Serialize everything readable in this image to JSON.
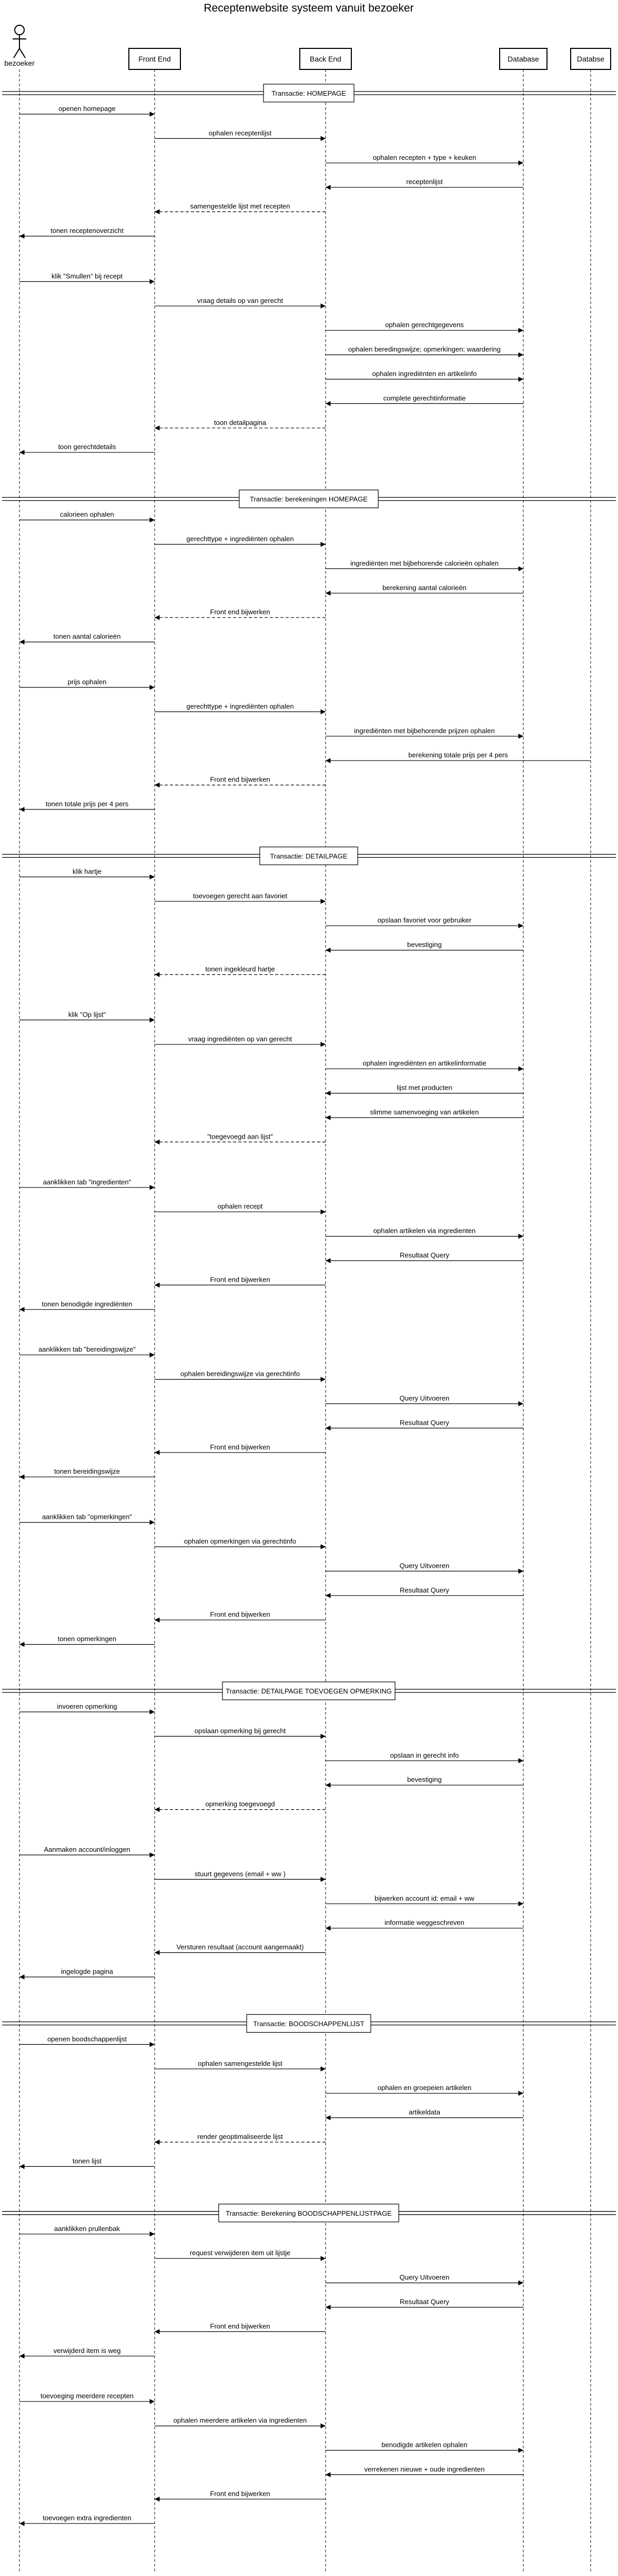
{
  "title": "Receptenwebsite systeem vanuit bezoeker",
  "participants": [
    {
      "id": "bezoeker",
      "label": "bezoeker",
      "kind": "actor",
      "icon": "actor-stick-figure-icon"
    },
    {
      "id": "frontend",
      "label": "Front End",
      "kind": "box"
    },
    {
      "id": "backend",
      "label": "Back End",
      "kind": "box"
    },
    {
      "id": "database1",
      "label": "Database",
      "kind": "box"
    },
    {
      "id": "database2",
      "label": "Databse",
      "kind": "box"
    }
  ],
  "sections": [
    {
      "title": "Transactie: HOMEPAGE",
      "messages": [
        {
          "from": 0,
          "to": 1,
          "label": "openen homepage",
          "style": "solid"
        },
        {
          "from": 1,
          "to": 2,
          "label": "ophalen receptenlijst",
          "style": "solid"
        },
        {
          "from": 2,
          "to": 3,
          "label": "ophalen recepten + type + keuken",
          "style": "solid"
        },
        {
          "from": 3,
          "to": 2,
          "label": "receptenlijst",
          "style": "solid"
        },
        {
          "from": 2,
          "to": 1,
          "label": "samengestelde lijst met recepten",
          "style": "dashed"
        },
        {
          "from": 1,
          "to": 0,
          "label": "tonen receptenoverzicht",
          "style": "solid"
        },
        {
          "gap": true
        },
        {
          "from": 0,
          "to": 1,
          "label": "klik \"Smullen\" bij recept",
          "style": "solid"
        },
        {
          "from": 1,
          "to": 2,
          "label": "vraag details op van gerecht",
          "style": "solid"
        },
        {
          "from": 2,
          "to": 3,
          "label": "ophalen gerechtgegevens",
          "style": "solid"
        },
        {
          "from": 2,
          "to": 3,
          "label": "ophalen beredingswijze; opmerkingen; waardering",
          "style": "solid"
        },
        {
          "from": 2,
          "to": 3,
          "label": "ophalen ingrediënten en artikelinfo",
          "style": "solid"
        },
        {
          "from": 3,
          "to": 2,
          "label": "complete gerechtinformatie",
          "style": "solid"
        },
        {
          "from": 2,
          "to": 1,
          "label": "toon detailpagina",
          "style": "dashed"
        },
        {
          "from": 1,
          "to": 0,
          "label": "toon gerechtdetails",
          "style": "solid"
        }
      ]
    },
    {
      "title": "Transactie: berekeningen HOMEPAGE",
      "messages": [
        {
          "from": 0,
          "to": 1,
          "label": "calorieen ophalen",
          "style": "solid"
        },
        {
          "from": 1,
          "to": 2,
          "label": "gerechttype + ingrediënten ophalen",
          "style": "solid"
        },
        {
          "from": 2,
          "to": 3,
          "label": "ingrediënten met bijbehorende calorieën ophalen",
          "style": "solid"
        },
        {
          "from": 3,
          "to": 2,
          "label": "berekening aantal calorieën",
          "style": "solid"
        },
        {
          "from": 2,
          "to": 1,
          "label": "Front end bijwerken",
          "style": "dashed"
        },
        {
          "from": 1,
          "to": 0,
          "label": "tonen aantal calorieën",
          "style": "solid"
        },
        {
          "gap": true
        },
        {
          "from": 0,
          "to": 1,
          "label": "prijs ophalen",
          "style": "solid"
        },
        {
          "from": 1,
          "to": 2,
          "label": "gerechttype + ingrediënten ophalen",
          "style": "solid"
        },
        {
          "from": 2,
          "to": 3,
          "label": "ingrediënten met bijbehorende prijzen ophalen",
          "style": "solid"
        },
        {
          "from": 4,
          "to": 2,
          "label": "berekening totale prijs per 4 pers",
          "style": "solid"
        },
        {
          "from": 2,
          "to": 1,
          "label": "Front end bijwerken",
          "style": "dashed"
        },
        {
          "from": 1,
          "to": 0,
          "label": "tonen totale prijs per 4 pers",
          "style": "solid"
        }
      ]
    },
    {
      "title": "Transactie: DETAILPAGE",
      "messages": [
        {
          "from": 0,
          "to": 1,
          "label": "klik hartje",
          "style": "solid"
        },
        {
          "from": 1,
          "to": 2,
          "label": "toevoegen gerecht aan favoriet",
          "style": "solid"
        },
        {
          "from": 2,
          "to": 3,
          "label": "opslaan favoriet voor gebruiker",
          "style": "solid"
        },
        {
          "from": 3,
          "to": 2,
          "label": "bevestiging",
          "style": "solid"
        },
        {
          "from": 2,
          "to": 1,
          "label": "tonen ingekleurd hartje",
          "style": "dashed"
        },
        {
          "gap": true
        },
        {
          "from": 0,
          "to": 1,
          "label": "klik \"Op lijst\"",
          "style": "solid"
        },
        {
          "from": 1,
          "to": 2,
          "label": "vraag ingrediënten op van gerecht",
          "style": "solid"
        },
        {
          "from": 2,
          "to": 3,
          "label": "ophalen ingrediënten en artikelinformatie",
          "style": "solid"
        },
        {
          "from": 3,
          "to": 2,
          "label": "lijst met producten",
          "style": "solid"
        },
        {
          "from": 3,
          "to": 2,
          "label": "slimme samenvoeging van artikelen",
          "style": "solid"
        },
        {
          "from": 2,
          "to": 1,
          "label": "\"toegevoegd aan lijst\"",
          "style": "dashed"
        },
        {
          "gap": true
        },
        {
          "from": 0,
          "to": 1,
          "label": "aanklikken tab \"ingredienten\"",
          "style": "solid"
        },
        {
          "from": 1,
          "to": 2,
          "label": "ophalen recept",
          "style": "solid"
        },
        {
          "from": 2,
          "to": 3,
          "label": "ophalen artikelen via ingredienten",
          "style": "solid"
        },
        {
          "from": 3,
          "to": 2,
          "label": "Resultaat Query",
          "style": "solid"
        },
        {
          "from": 2,
          "to": 1,
          "label": "Front end bijwerken",
          "style": "solid"
        },
        {
          "from": 1,
          "to": 0,
          "label": "tonen benodigde ingrediënten",
          "style": "solid"
        },
        {
          "gap": true
        },
        {
          "from": 0,
          "to": 1,
          "label": "aanklikken tab \"bereidingswijze\"",
          "style": "solid"
        },
        {
          "from": 1,
          "to": 2,
          "label": "ophalen bereidingswijze via gerechtinfo",
          "style": "solid"
        },
        {
          "from": 2,
          "to": 3,
          "label": "Query Uitvoeren",
          "style": "solid"
        },
        {
          "from": 3,
          "to": 2,
          "label": "Resultaat Query",
          "style": "solid"
        },
        {
          "from": 2,
          "to": 1,
          "label": "Front end bijwerken",
          "style": "solid"
        },
        {
          "from": 1,
          "to": 0,
          "label": "tonen bereidingswijze",
          "style": "solid"
        },
        {
          "gap": true
        },
        {
          "from": 0,
          "to": 1,
          "label": "aanklikken tab \"opmerkingen\"",
          "style": "solid"
        },
        {
          "from": 1,
          "to": 2,
          "label": "ophalen opmerkingen via gerechtinfo",
          "style": "solid"
        },
        {
          "from": 2,
          "to": 3,
          "label": "Query Uitvoeren",
          "style": "solid"
        },
        {
          "from": 3,
          "to": 2,
          "label": "Resultaat Query",
          "style": "solid"
        },
        {
          "from": 2,
          "to": 1,
          "label": "Front end bijwerken",
          "style": "solid"
        },
        {
          "from": 1,
          "to": 0,
          "label": "tonen opmerkingen",
          "style": "solid"
        }
      ]
    },
    {
      "title": "Transactie: DETAILPAGE TOEVOEGEN OPMERKING",
      "messages": [
        {
          "from": 0,
          "to": 1,
          "label": "invoeren opmerking",
          "style": "solid"
        },
        {
          "from": 1,
          "to": 2,
          "label": "opslaan opmerking bij gerecht",
          "style": "solid"
        },
        {
          "from": 2,
          "to": 3,
          "label": "opslaan in gerecht info",
          "style": "solid"
        },
        {
          "from": 3,
          "to": 2,
          "label": "bevestiging",
          "style": "solid"
        },
        {
          "from": 2,
          "to": 1,
          "label": "opmerking toegevoegd",
          "style": "dashed"
        },
        {
          "gap": true
        },
        {
          "from": 0,
          "to": 1,
          "label": "Aanmaken account/inloggen",
          "style": "solid"
        },
        {
          "from": 1,
          "to": 2,
          "label": "stuurt gegevens (email + ww )",
          "style": "solid"
        },
        {
          "from": 2,
          "to": 3,
          "label": "bijwerken account id: email + ww",
          "style": "solid"
        },
        {
          "from": 3,
          "to": 2,
          "label": "informatie weggeschreven",
          "style": "solid"
        },
        {
          "from": 2,
          "to": 1,
          "label": "Versturen resultaat (account aangemaakt)",
          "style": "solid"
        },
        {
          "from": 1,
          "to": 0,
          "label": "ingelogde pagina",
          "style": "solid"
        }
      ]
    },
    {
      "title": "Transactie: BOODSCHAPPENLIJST",
      "messages": [
        {
          "from": 0,
          "to": 1,
          "label": "openen boodschappenlijst",
          "style": "solid"
        },
        {
          "from": 1,
          "to": 2,
          "label": "ophalen samengestelde lijst",
          "style": "solid"
        },
        {
          "from": 2,
          "to": 3,
          "label": "ophalen en groepeien artikelen",
          "style": "solid"
        },
        {
          "from": 3,
          "to": 2,
          "label": "artikeldata",
          "style": "solid"
        },
        {
          "from": 2,
          "to": 1,
          "label": "render geoptimaliseerde lijst",
          "style": "dashed"
        },
        {
          "from": 1,
          "to": 0,
          "label": "tonen lijst",
          "style": "solid"
        }
      ]
    },
    {
      "title": "Transactie: Berekening BOODSCHAPPENLIJSTPAGE",
      "messages": [
        {
          "from": 0,
          "to": 1,
          "label": "aanklikken prullenbak",
          "style": "solid"
        },
        {
          "from": 1,
          "to": 2,
          "label": "request verwijderen item uit lijstje",
          "style": "solid"
        },
        {
          "from": 2,
          "to": 3,
          "label": "Query Uitvoeren",
          "style": "solid"
        },
        {
          "from": 3,
          "to": 2,
          "label": "Resultaat Query",
          "style": "solid"
        },
        {
          "from": 2,
          "to": 1,
          "label": "Front end bijwerken",
          "style": "solid"
        },
        {
          "from": 1,
          "to": 0,
          "label": "verwijderd item is weg",
          "style": "solid"
        },
        {
          "gap": true
        },
        {
          "from": 0,
          "to": 1,
          "label": "toevoeging meerdere recepten",
          "style": "solid"
        },
        {
          "from": 1,
          "to": 2,
          "label": "ophalen meerdere artikelen via ingredienten",
          "style": "solid"
        },
        {
          "from": 2,
          "to": 3,
          "label": "benodigde artikelen ophalen",
          "style": "solid"
        },
        {
          "from": 3,
          "to": 2,
          "label": "verrekenen nieuwe + oude ingredienten",
          "style": "solid"
        },
        {
          "from": 2,
          "to": 1,
          "label": "Front end bijwerken",
          "style": "solid"
        },
        {
          "from": 1,
          "to": 0,
          "label": "toevoegen extra ingredienten",
          "style": "solid"
        }
      ]
    }
  ]
}
